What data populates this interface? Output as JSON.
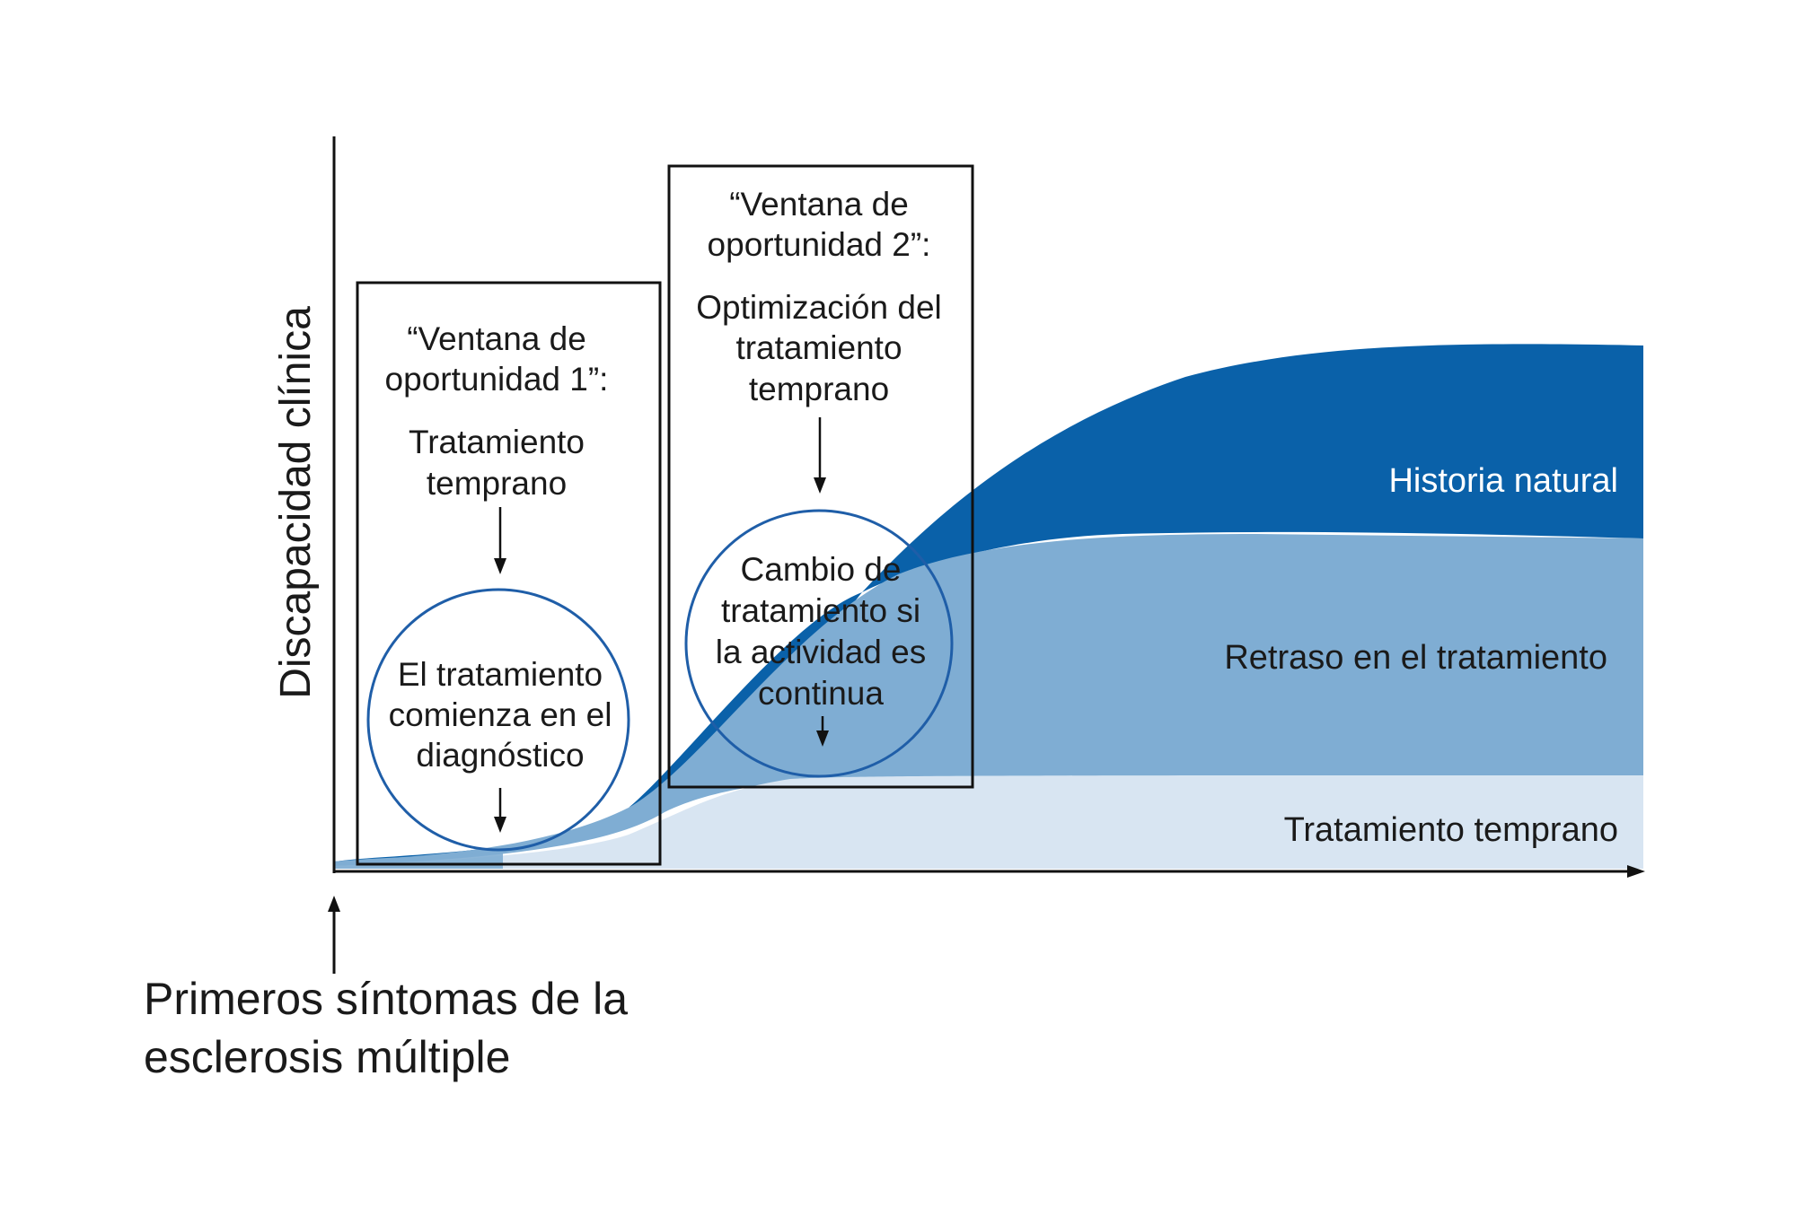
{
  "y_axis_title": "Discapacidad clínica",
  "x_axis_caption": [
    "Primeros síntomas de la",
    "esclerosis múltiple"
  ],
  "window1": {
    "heading": [
      "“Ventana de",
      "oportunidad 1”:"
    ],
    "subheading": [
      "Tratamiento",
      "temprano"
    ],
    "circle_text": [
      "El tratamiento",
      "comienza en el",
      "diagnóstico"
    ]
  },
  "window2": {
    "heading": [
      "“Ventana de",
      "oportunidad 2”:"
    ],
    "subheading": [
      "Optimización del",
      "tratamiento",
      "temprano"
    ],
    "circle_text": [
      "Cambio de",
      "tratamiento si",
      "la actividad es",
      "continua"
    ]
  },
  "areas": {
    "natural_history": {
      "label": "Historia natural",
      "color": "#0a61a9"
    },
    "delayed_treatment": {
      "label": "Retraso en el tratamiento",
      "color": "#7fadd3"
    },
    "early_treatment": {
      "label": "Tratamiento temprano",
      "color": "#d8e5f2"
    }
  },
  "colors": {
    "axis": "#111111",
    "circle_stroke": "#1f5ea8"
  }
}
